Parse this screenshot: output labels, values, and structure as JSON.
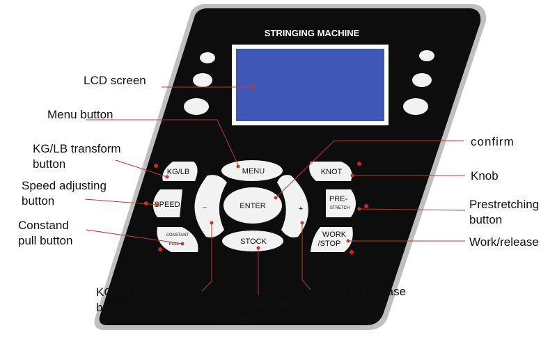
{
  "panel": {
    "title": "STRINGING MACHINE",
    "buttons": {
      "kglb": "KG/LB",
      "menu": "MENU",
      "knot": "KNOT",
      "speed": "SPEED",
      "minus": "−",
      "enter": "ENTER",
      "plus": "+",
      "pre_1": "PRE-",
      "pre_2": "STRETCH",
      "constant_1": "CONSTANT",
      "constant_2": "PULL",
      "stock": "STOCK",
      "work_1": "WORK",
      "work_2": "/STOP"
    }
  },
  "labels": {
    "lcd": "LCD screen",
    "menu": "Menu button",
    "kglb_transform_1": "KG/LB transform",
    "kglb_transform_2": "button",
    "speed_1": "Speed adjusting",
    "speed_2": "button",
    "constant_1": "Constand",
    "constant_2": "pull button",
    "confirm": "confirm",
    "knob": "Knob",
    "prestretch_1": "Prestretching",
    "prestretch_2": "button",
    "work": "Work/release",
    "decrease_1": "KG/LB decrease",
    "decrease_2": "button",
    "storage_1": "data storage",
    "storage_2": "button",
    "increase_1": "KG/LB increase",
    "increase_2": "button"
  },
  "colors": {
    "panel": "#0d0d0d",
    "rim": "#cfcfcf",
    "lcd": "#3f58b8",
    "leader": "#c0392b",
    "led": "#d9201d"
  }
}
